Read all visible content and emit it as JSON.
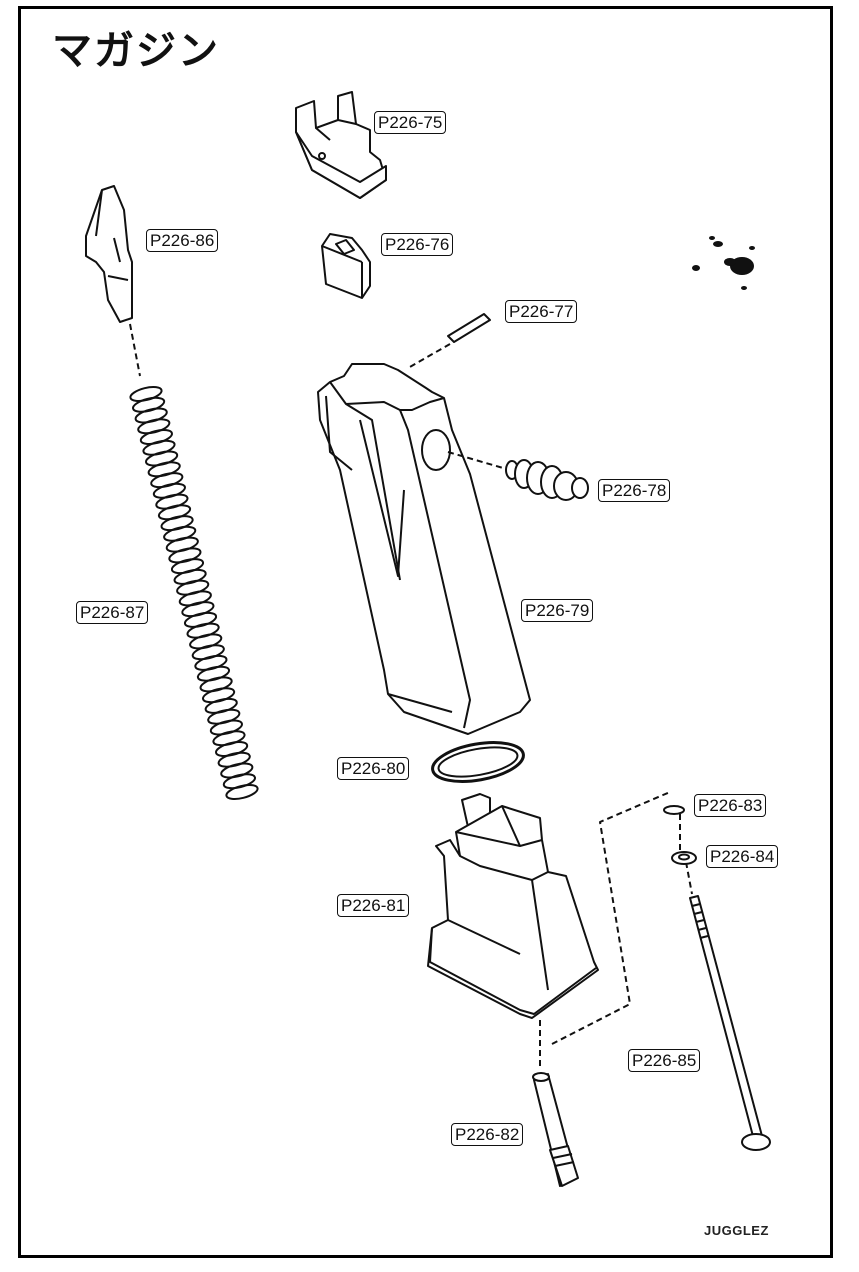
{
  "title": "マガジン",
  "parts": [
    {
      "id": "p75",
      "label": "P226-75"
    },
    {
      "id": "p76",
      "label": "P226-76"
    },
    {
      "id": "p77",
      "label": "P226-77"
    },
    {
      "id": "p78",
      "label": "P226-78"
    },
    {
      "id": "p79",
      "label": "P226-79"
    },
    {
      "id": "p80",
      "label": "P226-80"
    },
    {
      "id": "p81",
      "label": "P226-81"
    },
    {
      "id": "p82",
      "label": "P226-82"
    },
    {
      "id": "p83",
      "label": "P226-83"
    },
    {
      "id": "p84",
      "label": "P226-84"
    },
    {
      "id": "p85",
      "label": "P226-85"
    },
    {
      "id": "p86",
      "label": "P226-86"
    },
    {
      "id": "p87",
      "label": "P226-87"
    }
  ],
  "credit": "JUGGLEZ"
}
